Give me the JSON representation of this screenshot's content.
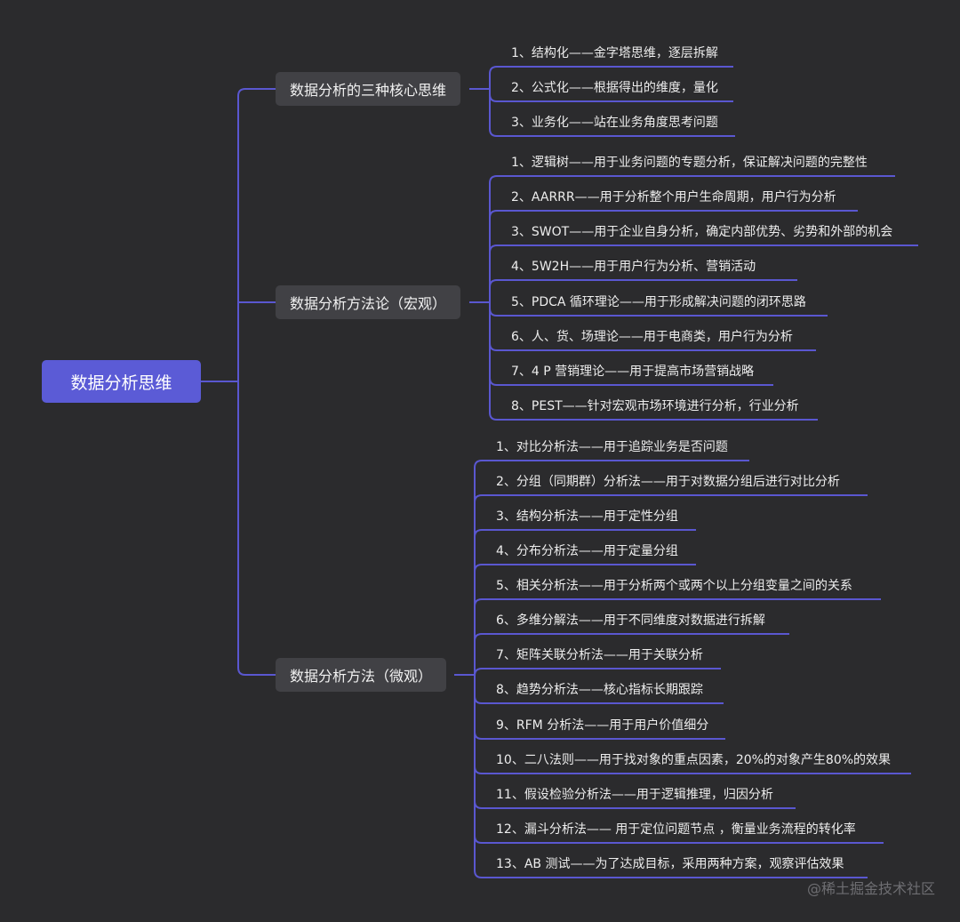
{
  "root": {
    "label": "数据分析思维"
  },
  "branches": [
    {
      "label": "数据分析的三种核心思维",
      "items": [
        "1、结构化——金字塔思维，逐层拆解",
        "2、公式化——根据得出的维度，量化",
        "3、业务化——站在业务角度思考问题"
      ]
    },
    {
      "label": "数据分析方法论（宏观）",
      "items": [
        "1、逻辑树——用于业务问题的专题分析，保证解决问题的完整性",
        "2、AARRR——用于分析整个用户生命周期，用户行为分析",
        "3、SWOT——用于企业自身分析，确定内部优势、劣势和外部的机会",
        "4、5W2H——用于用户行为分析、营销活动",
        "5、PDCA 循环理论——用于形成解决问题的闭环思路",
        "6、人、货、场理论——用于电商类，用户行为分析",
        "7、4 P 营销理论——用于提高市场营销战略",
        "8、PEST——针对宏观市场环境进行分析，行业分析"
      ]
    },
    {
      "label": "数据分析方法（微观）",
      "items": [
        "1、对比分析法——用于追踪业务是否问题",
        "2、分组（同期群）分析法——用于对数据分组后进行对比分析",
        "3、结构分析法——用于定性分组",
        "4、分布分析法——用于定量分组",
        "5、相关分析法——用于分析两个或两个以上分组变量之间的关系",
        "6、多维分解法——用于不同维度对数据进行拆解",
        "7、矩阵关联分析法——用于关联分析",
        "8、趋势分析法——核心指标长期跟踪",
        "9、RFM 分析法——用于用户价值细分",
        "10、二八法则——用于找对象的重点因素，20%的对象产生80%的效果",
        "11、假设检验分析法——用于逻辑推理，归因分析",
        "12、漏斗分析法—— 用于定位问题节点 ，衡量业务流程的转化率",
        "13、AB 测试——为了达成目标，采用两种方案，观察评估效果"
      ]
    }
  ],
  "watermark": "@稀土掘金技术社区",
  "colors": {
    "background": "#2b2b2d",
    "root_fill": "#5b5bd6",
    "branch_fill": "#414145",
    "connector": "#5a57d0",
    "text": "#ededed"
  }
}
